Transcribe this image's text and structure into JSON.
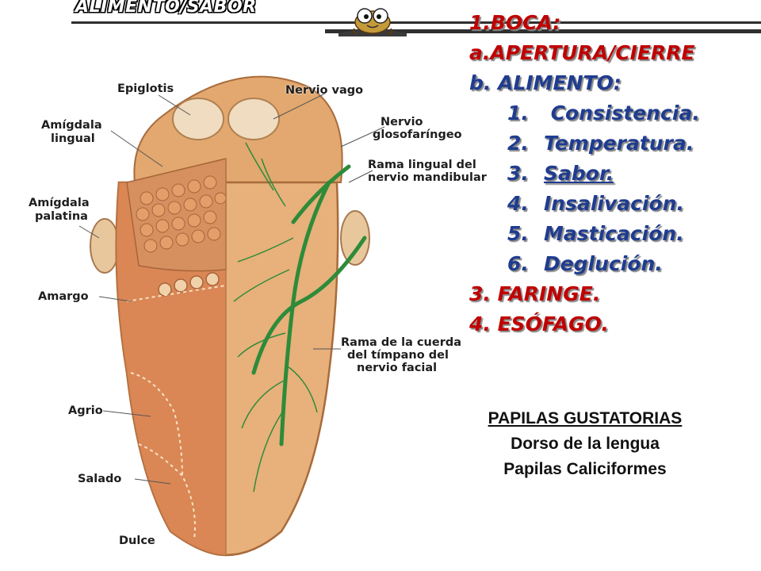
{
  "header": {
    "title": "ALIMENTO/SABOR"
  },
  "menu": {
    "boca": "1.BOCA:",
    "apertura": "a.APERTURA/CIERRE",
    "alimento": "b.  ALIMENTO:",
    "sub_items": [
      {
        "num": "1.",
        "label": " Consistencia."
      },
      {
        "num": "2.",
        "label": "Temperatura."
      },
      {
        "num": "3.",
        "label": "Sabor."
      },
      {
        "num": "4.",
        "label": "Insalivación."
      },
      {
        "num": "5.",
        "label": "Masticación."
      },
      {
        "num": "6.",
        "label": "Deglución."
      }
    ],
    "faringe": "3. FARINGE.",
    "esofago": "4. ESÓFAGO."
  },
  "diagram": {
    "labels": {
      "epiglotis": "Epiglotis",
      "amigdala_lingual_1": "Amígdala",
      "amigdala_lingual_2": "lingual",
      "amigdala_palatina_1": "Amígdala",
      "amigdala_palatina_2": "palatina",
      "amargo": "Amargo",
      "agrio": "Agrio",
      "salado": "Salado",
      "dulce": "Dulce",
      "nervio_vago": "Nervio vago",
      "glosofaringeo_1": "Nervio",
      "glosofaringeo_2": "glosofaríngeo",
      "rama_lingual_1": "Rama lingual del",
      "rama_lingual_2": "nervio mandibular",
      "cuerda_1": "Rama de la cuerda",
      "cuerda_2": "del tímpano del",
      "cuerda_3": "nervio facial"
    },
    "colors": {
      "tongue": "#e8b07a",
      "tongue_dark": "#d7804f",
      "nerve": "#2e8b3a",
      "papillae": "#d4824f"
    }
  },
  "papilas": {
    "heading": "PAPILAS GUSTATORIAS",
    "line1": "Dorso de la lengua",
    "line2": "Papilas Caliciformes"
  }
}
